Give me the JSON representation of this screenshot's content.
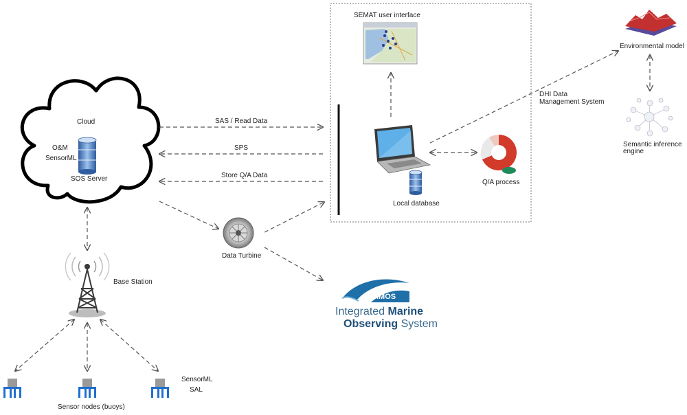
{
  "labels": {
    "cloud": "Cloud",
    "om": "O&M",
    "sensorml_top": "SensorML",
    "sos_server": "SOS Server",
    "sas_read": "SAS / Read Data",
    "sps": "SPS",
    "store_qa": "Store Q/A Data",
    "semat_ui": "SEMAT user interface",
    "local_db": "Local database",
    "qa_process": "Q/A process",
    "dhi_line1": "DHI Data",
    "dhi_line2": "Management System",
    "env_model": "Environmental model",
    "sem_line1": "Semantic inference",
    "sem_line2": "engine",
    "data_turbine": "Data Turbine",
    "base_station": "Base Station",
    "sensorml_bottom": "SensorML",
    "sal": "SAL",
    "sensor_nodes": "Sensor nodes (buoys)"
  },
  "imos": {
    "badge": "IMOS",
    "line1_a": "Integrated ",
    "line1_b": "Marine",
    "line2_a": "Observing",
    "line2_b": " System"
  },
  "colors": {
    "arrow": "#555555",
    "db_blue": "#3d6fb5",
    "imos_blue": "#1f6fa8",
    "qa_red": "#d23a2a",
    "env_red": "#c23030",
    "env_purple": "#5a4a9a"
  },
  "icons": [
    "cloud-icon",
    "database-icon",
    "map-icon",
    "laptop-icon",
    "pie-chart-icon",
    "terrain-icon",
    "network-graph-icon",
    "turbine-icon",
    "antenna-tower-icon",
    "buoy-icon",
    "imos-logo"
  ]
}
